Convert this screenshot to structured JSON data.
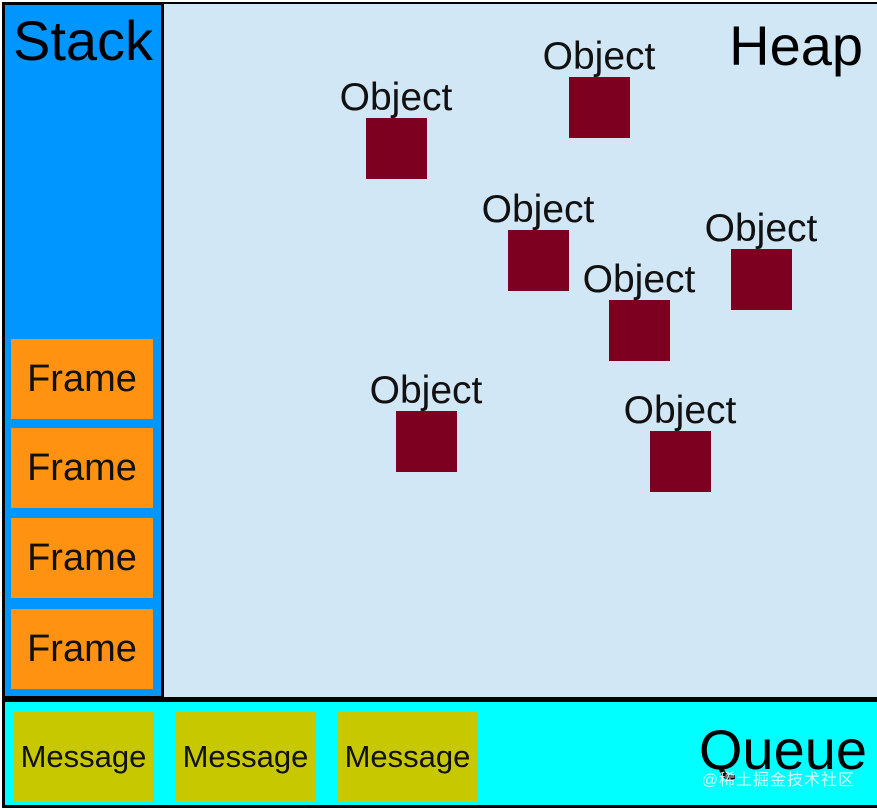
{
  "colors": {
    "stack_bg": "#0096ff",
    "heap_bg": "#d1e7f5",
    "queue_bg": "#00ffff",
    "frame_bg": "#ff9210",
    "message_bg": "#c8c800",
    "object_bg": "#7e0021",
    "border": "#000000"
  },
  "stack": {
    "title": "Stack",
    "frames": [
      "Frame",
      "Frame",
      "Frame",
      "Frame"
    ]
  },
  "heap": {
    "title": "Heap",
    "objects": [
      "Object",
      "Object",
      "Object",
      "Object",
      "Object",
      "Object",
      "Object"
    ]
  },
  "queue": {
    "title": "Queue",
    "messages": [
      "Message",
      "Message",
      "Message"
    ]
  },
  "watermark": "@稀土掘金技术社区"
}
